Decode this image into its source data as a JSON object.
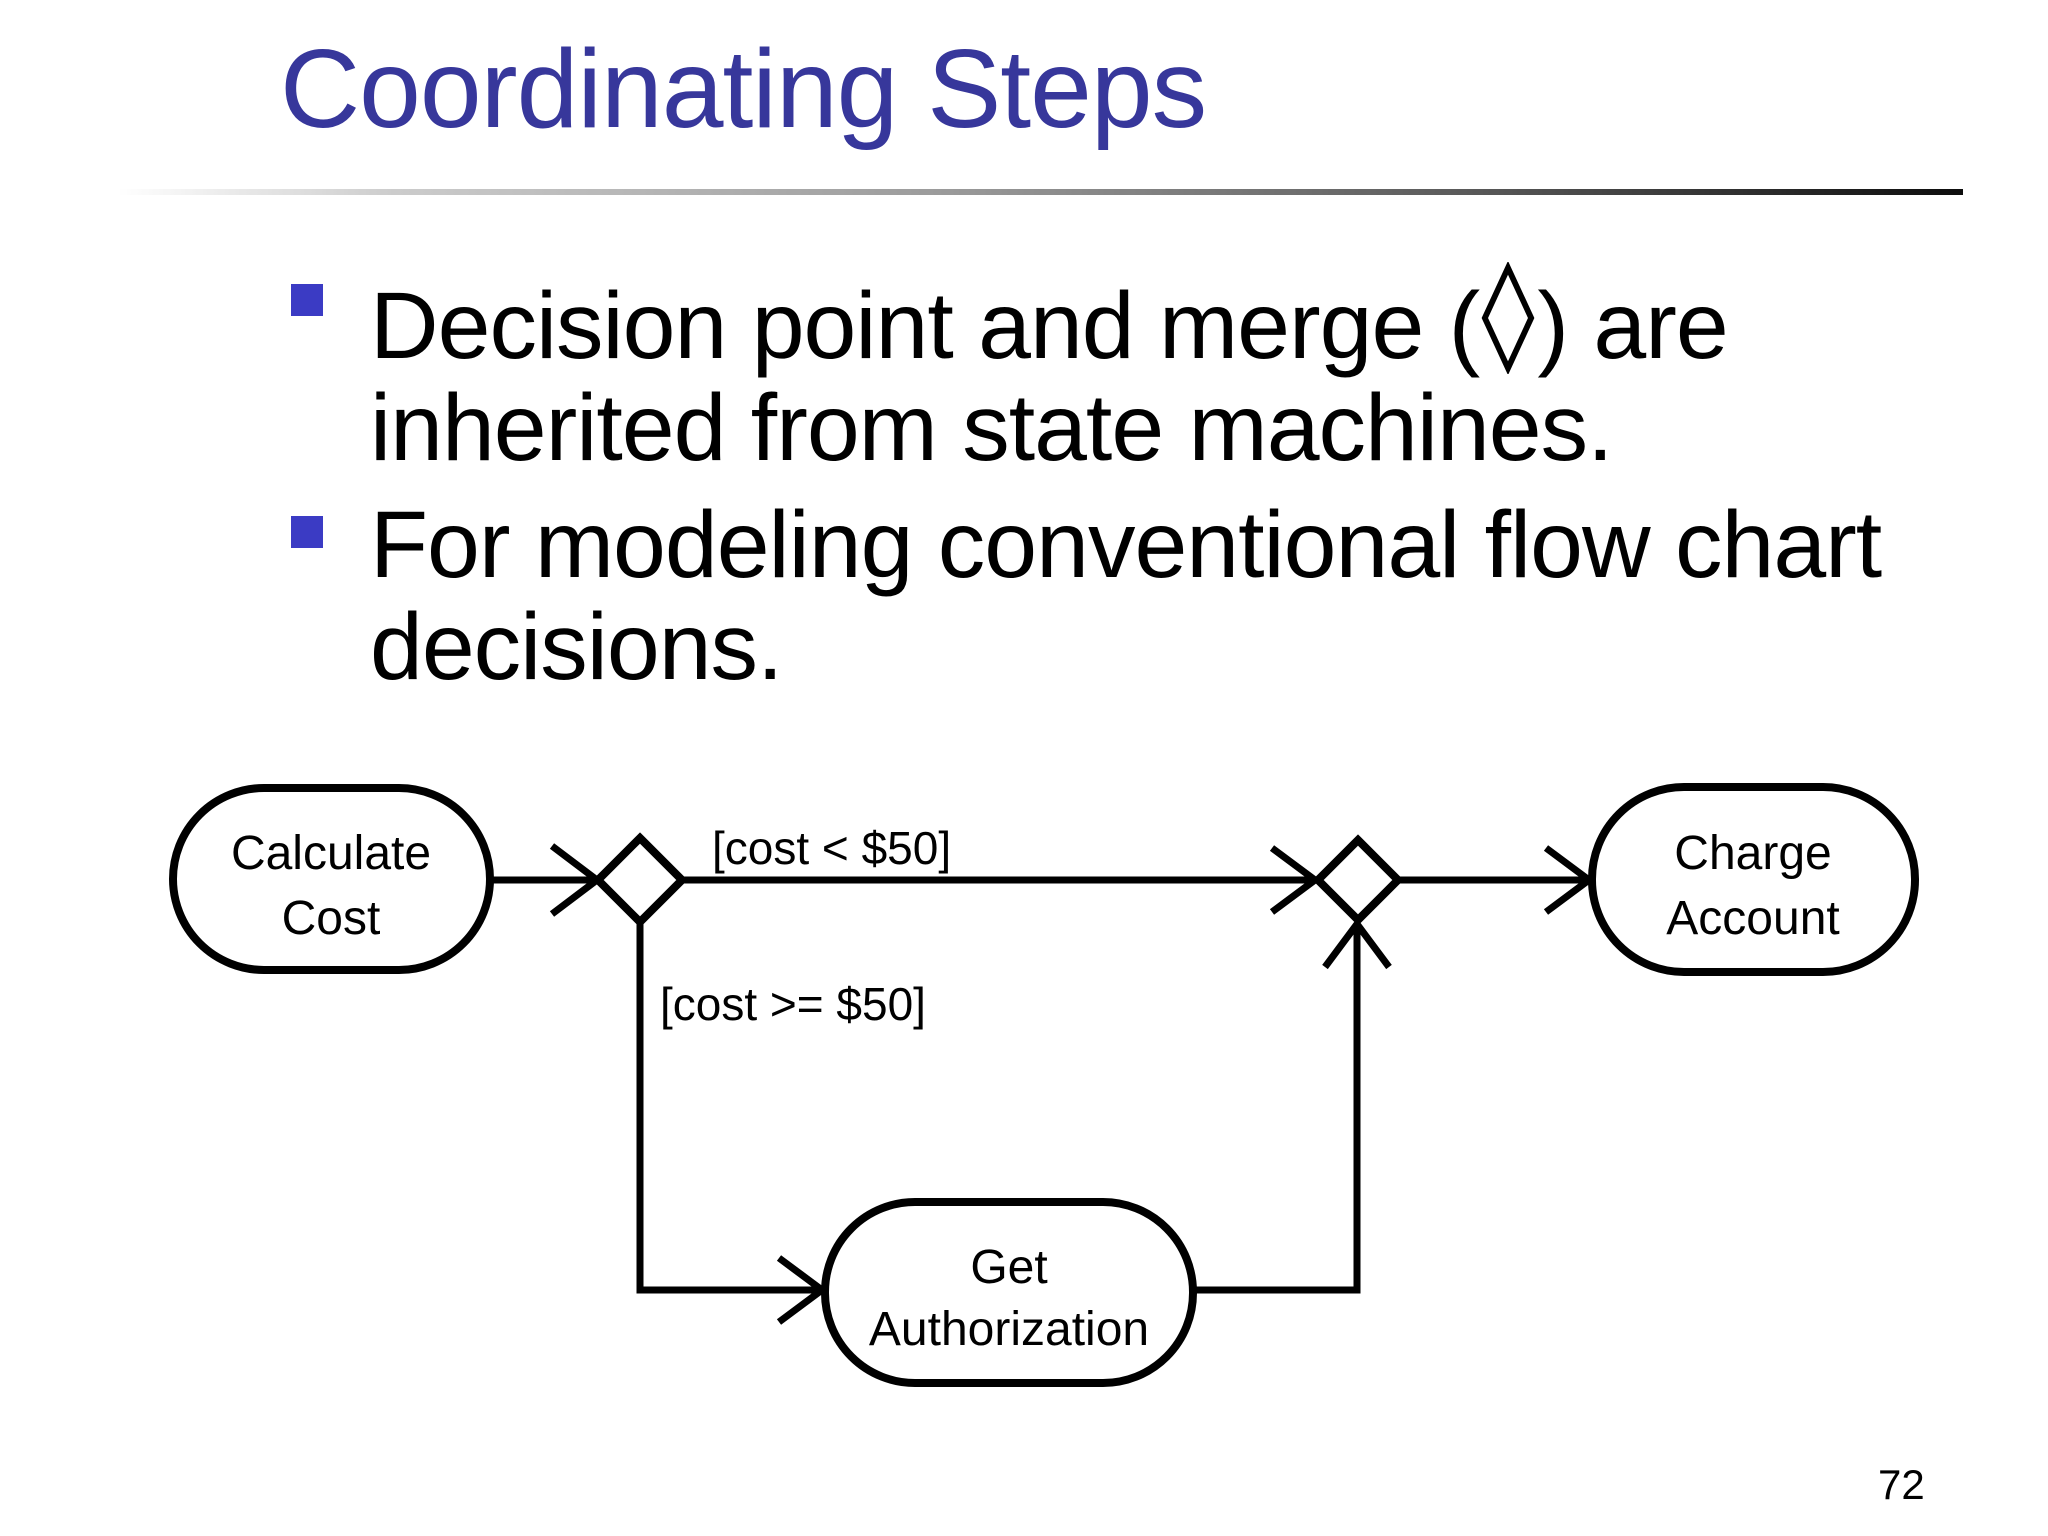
{
  "slide": {
    "title": "Coordinating Steps",
    "page_number": "72",
    "colors": {
      "title": "#37379b",
      "bullet_marker": "#3b3bc4",
      "body_text": "#000000",
      "rule_gradient_start": "#ffffff",
      "rule_gradient_end": "#0d0d0d"
    },
    "bullets": [
      {
        "line1_before": "Decision point and merge (",
        "line1_icon": "diamond-shape",
        "line1_after": ") are",
        "line2": "inherited from state machines."
      },
      {
        "line1": "For modeling conventional flow chart",
        "line2": "decisions."
      }
    ]
  },
  "diagram": {
    "type": "activity-flowchart",
    "nodes": [
      {
        "id": "calculate-cost",
        "label_line1": "Calculate",
        "label_line2": "Cost"
      },
      {
        "id": "get-authorization",
        "label_line1": "Get",
        "label_line2": "Authorization"
      },
      {
        "id": "charge-account",
        "label_line1": "Charge",
        "label_line2": "Account"
      }
    ],
    "decision_points": [
      {
        "id": "decision-diamond",
        "role": "decision"
      },
      {
        "id": "merge-diamond",
        "role": "merge"
      }
    ],
    "guards": [
      {
        "id": "cost-lt-50",
        "label": "[cost < $50]"
      },
      {
        "id": "cost-ge-50",
        "label": "[cost >= $50]"
      }
    ],
    "flows": [
      {
        "from": "calculate-cost",
        "to": "decision-diamond"
      },
      {
        "from": "decision-diamond",
        "to": "merge-diamond",
        "guard": "[cost < $50]"
      },
      {
        "from": "decision-diamond",
        "to": "get-authorization",
        "guard": "[cost >= $50]"
      },
      {
        "from": "get-authorization",
        "to": "merge-diamond"
      },
      {
        "from": "merge-diamond",
        "to": "charge-account"
      }
    ]
  }
}
